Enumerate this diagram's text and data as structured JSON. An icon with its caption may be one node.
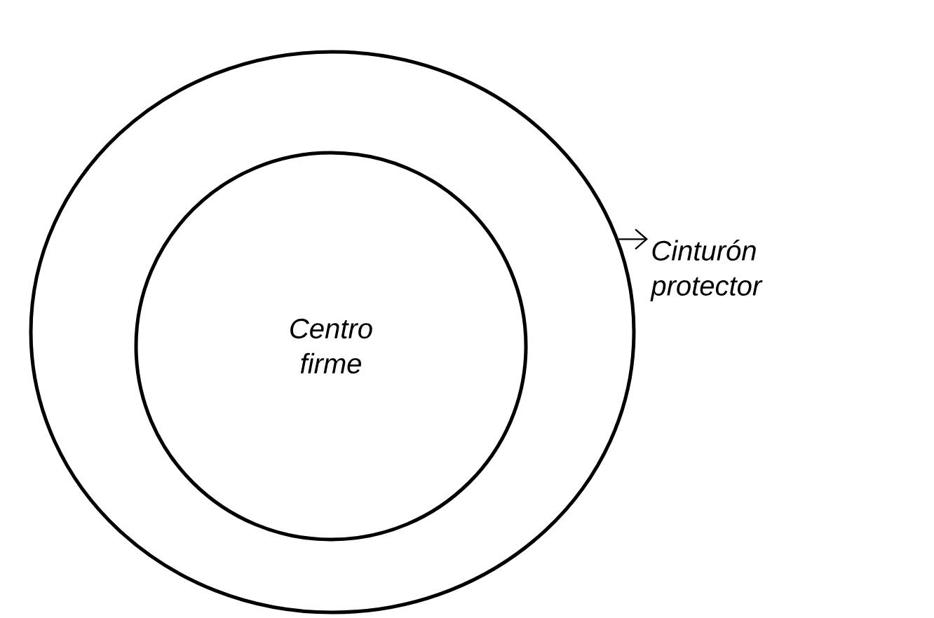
{
  "diagram": {
    "nodes": [
      {
        "text": [],
        "shape": "circle"
      },
      {
        "text": [
          "Centro firme"
        ],
        "in": 0
      },
      {
        "text": [
          "Cinturón protector"
        ]
      }
    ],
    "edges": [
      {
        "from": 0,
        "to": 2,
        "arrow": "to"
      }
    ]
  }
}
